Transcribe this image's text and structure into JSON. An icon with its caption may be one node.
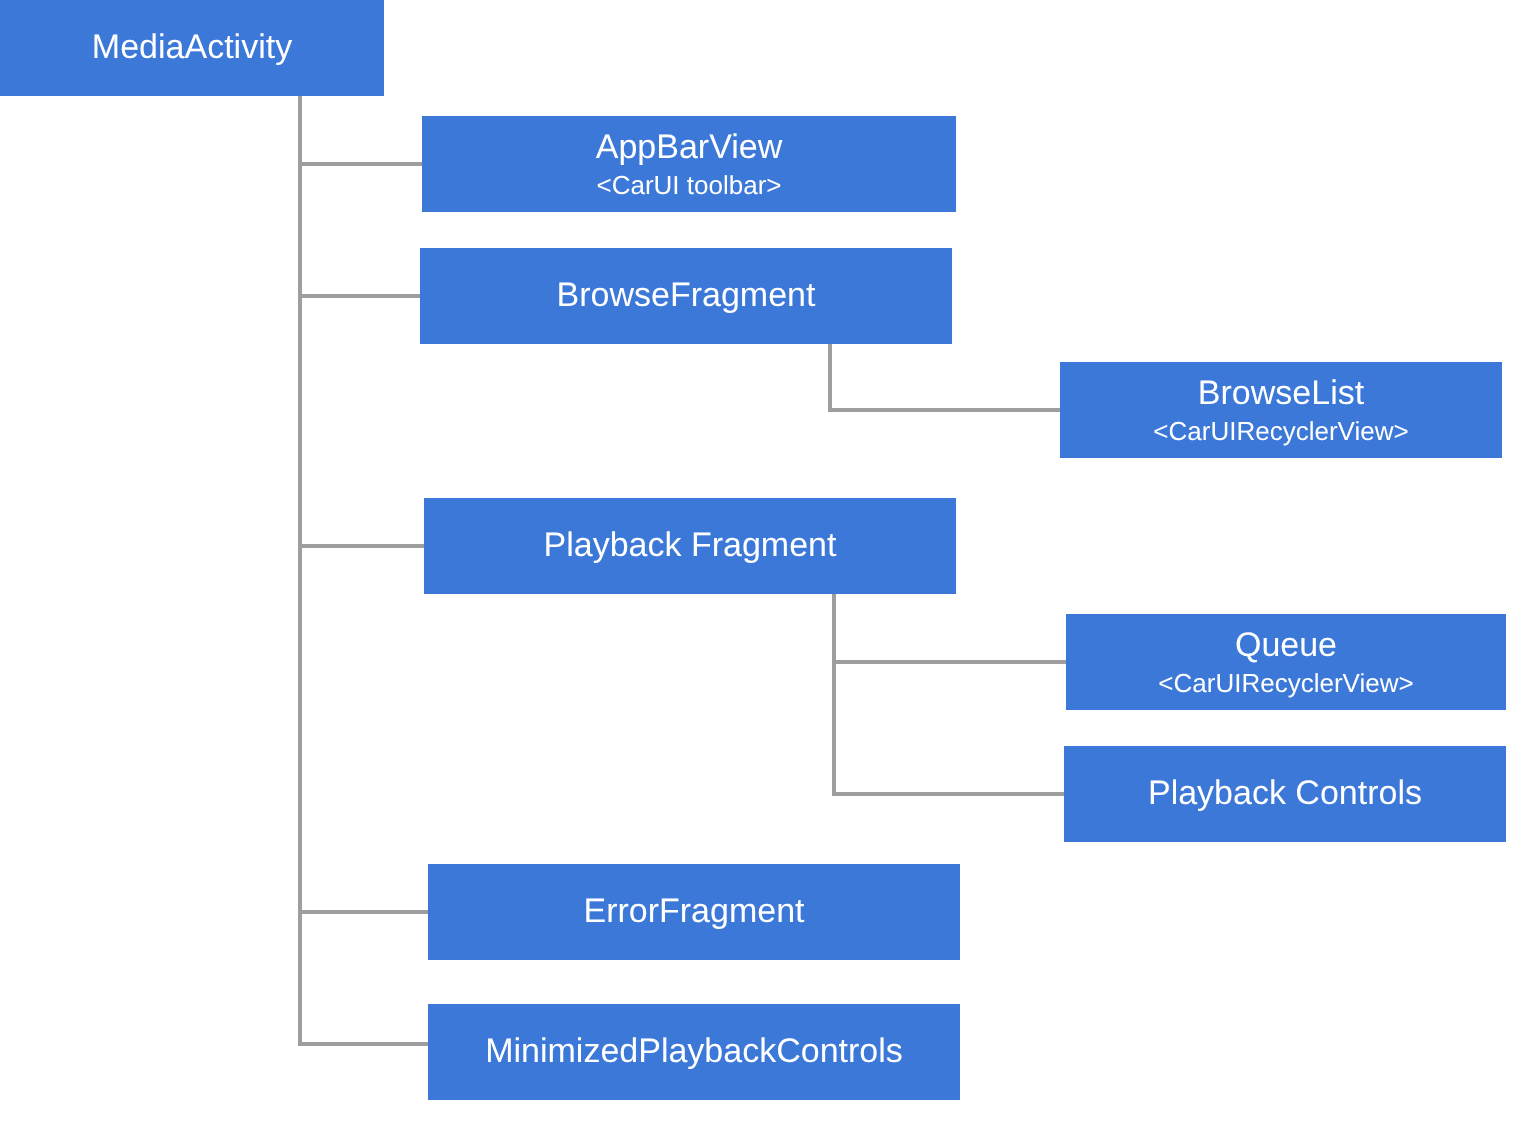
{
  "diagram": {
    "nodes": [
      {
        "text": [
          "MediaActivity"
        ]
      },
      {
        "text": [
          "AppBarView",
          "<CarUI toolbar>"
        ]
      },
      {
        "text": [
          "BrowseFragment"
        ]
      },
      {
        "text": [
          "BrowseList",
          "<CarUIRecyclerView>"
        ]
      },
      {
        "text": [
          "Playback Fragment"
        ]
      },
      {
        "text": [
          "Queue",
          "<CarUIRecyclerView>"
        ]
      },
      {
        "text": [
          "Playback Controls"
        ]
      },
      {
        "text": [
          "ErrorFragment"
        ]
      },
      {
        "text": [
          "MinimizedPlaybackControls"
        ]
      }
    ],
    "edges": [
      {
        "from": 0,
        "to": 1,
        "arrow": "none"
      },
      {
        "from": 0,
        "to": 2,
        "arrow": "none"
      },
      {
        "from": 2,
        "to": 3,
        "arrow": "none"
      },
      {
        "from": 0,
        "to": 4,
        "arrow": "none"
      },
      {
        "from": 4,
        "to": 5,
        "arrow": "none"
      },
      {
        "from": 4,
        "to": 6,
        "arrow": "none"
      },
      {
        "from": 0,
        "to": 7,
        "arrow": "none"
      },
      {
        "from": 0,
        "to": 8,
        "arrow": "none"
      }
    ]
  }
}
